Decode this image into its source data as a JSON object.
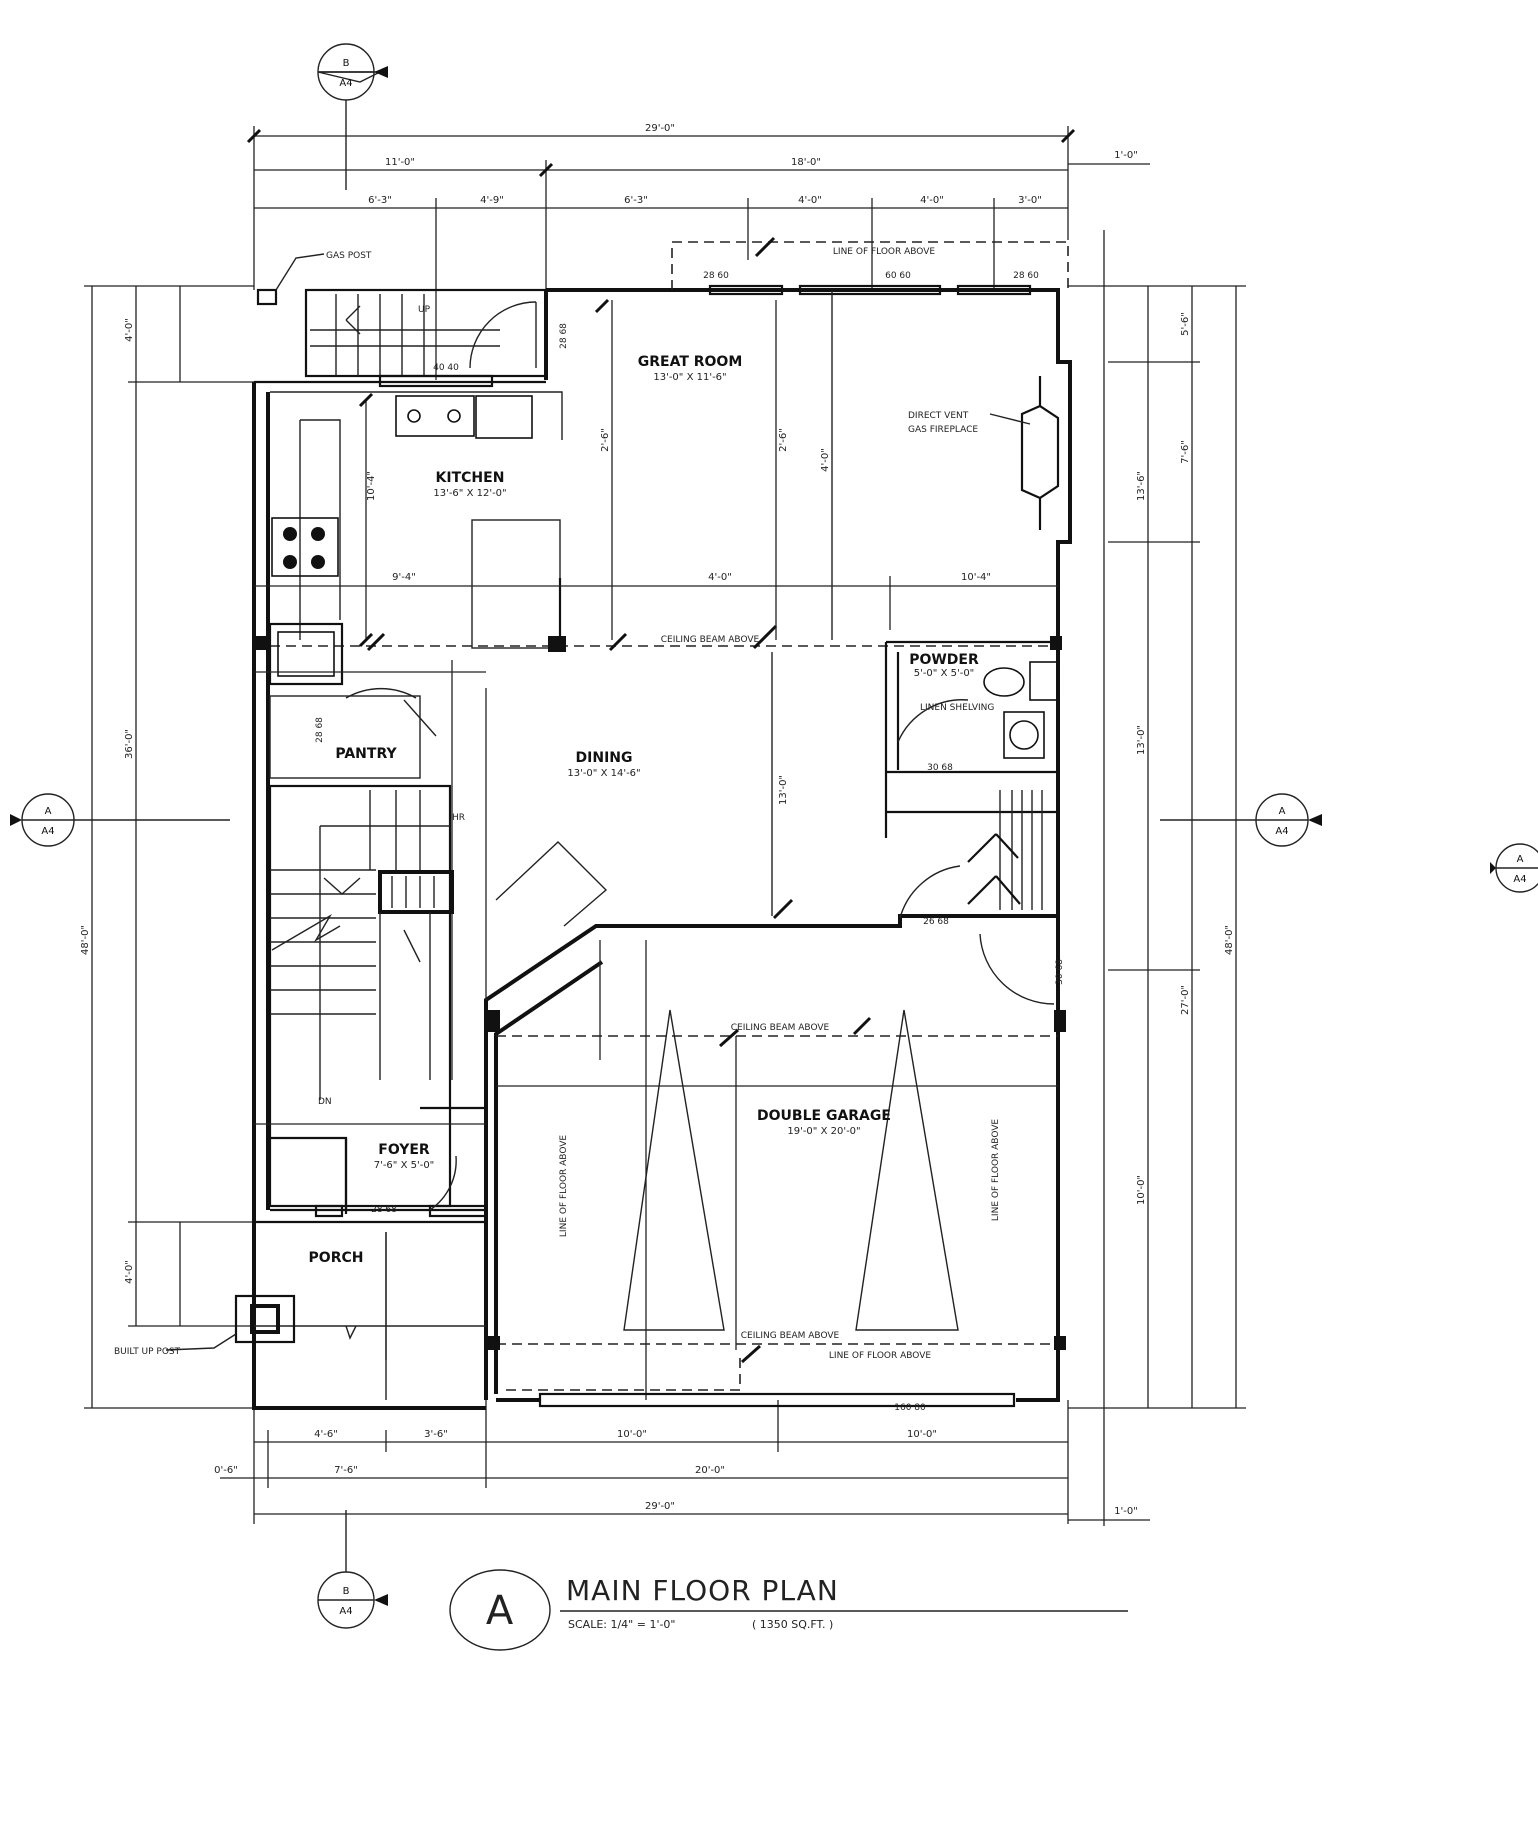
{
  "rooms": {
    "great_room": {
      "name": "GREAT ROOM",
      "size": "13'-0\" X 11'-6\""
    },
    "kitchen": {
      "name": "KITCHEN",
      "size": "13'-6\" X 12'-0\""
    },
    "powder": {
      "name": "POWDER",
      "size": "5'-0\" X 5'-0\""
    },
    "pantry": {
      "name": "PANTRY"
    },
    "dining": {
      "name": "DINING",
      "size": "13'-0\" X 14'-6\""
    },
    "double_garage": {
      "name": "DOUBLE GARAGE",
      "size": "19'-0\" X 20'-0\""
    },
    "foyer": {
      "name": "FOYER",
      "size": "7'-6\" X 5'-0\""
    },
    "porch": {
      "name": "PORCH"
    }
  },
  "notes": {
    "gas_post": "GAS POST",
    "direct_vent": "DIRECT VENT",
    "gas_fireplace": "GAS FIREPLACE",
    "built_up_post": "BUILT UP POST",
    "hr": "HR",
    "up": "UP",
    "dn": "DN",
    "linen_shelving": "LINEN SHELVING",
    "floor_above": "LINE OF FLOOR ABOVE",
    "ceiling_beam": "CEILING BEAM ABOVE"
  },
  "openings": {
    "w1": "28 60",
    "w2": "60 60",
    "w3": "28 60",
    "w4": "40 40",
    "d1": "28 68",
    "d2": "30 68",
    "d3": "26 68",
    "d4": "28 68",
    "d5": "30 68",
    "d6": "160 80"
  },
  "dimensions": {
    "top_overall": "29'-0\"",
    "top_left": "11'-0\"",
    "top_right": "18'-0\"",
    "top_sub": [
      "6'-3\"",
      "4'-9\"",
      "6'-3\"",
      "4'-0\"",
      "4'-0\"",
      "3'-0\""
    ],
    "bottom_sub": [
      "4'-6\"",
      "3'-6\"",
      "10'-0\"",
      "10'-0\""
    ],
    "bottom_mid": [
      "0'-6\"",
      "7'-6\"",
      "20'-0\""
    ],
    "bottom_overall": "29'-0\"",
    "right_offset": "1'-0\"",
    "right_sub": [
      "5'-6\"",
      "7'-6\"",
      "13'-0\"",
      "10'-0\""
    ],
    "left_sub": [
      "4'-0\"",
      "36'-0\"",
      "4'-0\""
    ],
    "left_overall": "48'-0\"",
    "right_overall": "48'-0\"",
    "right_mid": "13'-6\"",
    "right_low": "27'-0\"",
    "inner": [
      "10'-4\"",
      "9'-4\"",
      "4'-0\"",
      "10'-4\"",
      "2'-6\"",
      "2'-6\"",
      "4'-0\"",
      "13'-0\""
    ]
  },
  "section_markers": {
    "top_num": "B",
    "top_sheet": "A4",
    "left_num": "A",
    "left_sheet": "A4",
    "right_num": "A",
    "right_sheet": "A4",
    "bottom_num": "B",
    "bottom_sheet": "A4",
    "far_right_num": "A",
    "far_right_sheet": "A4"
  },
  "title_block": {
    "letter": "A",
    "title": "MAIN FLOOR PLAN",
    "scale": "SCALE: 1/4\" = 1'-0\"",
    "area": "( 1350 SQ.FT. )"
  }
}
